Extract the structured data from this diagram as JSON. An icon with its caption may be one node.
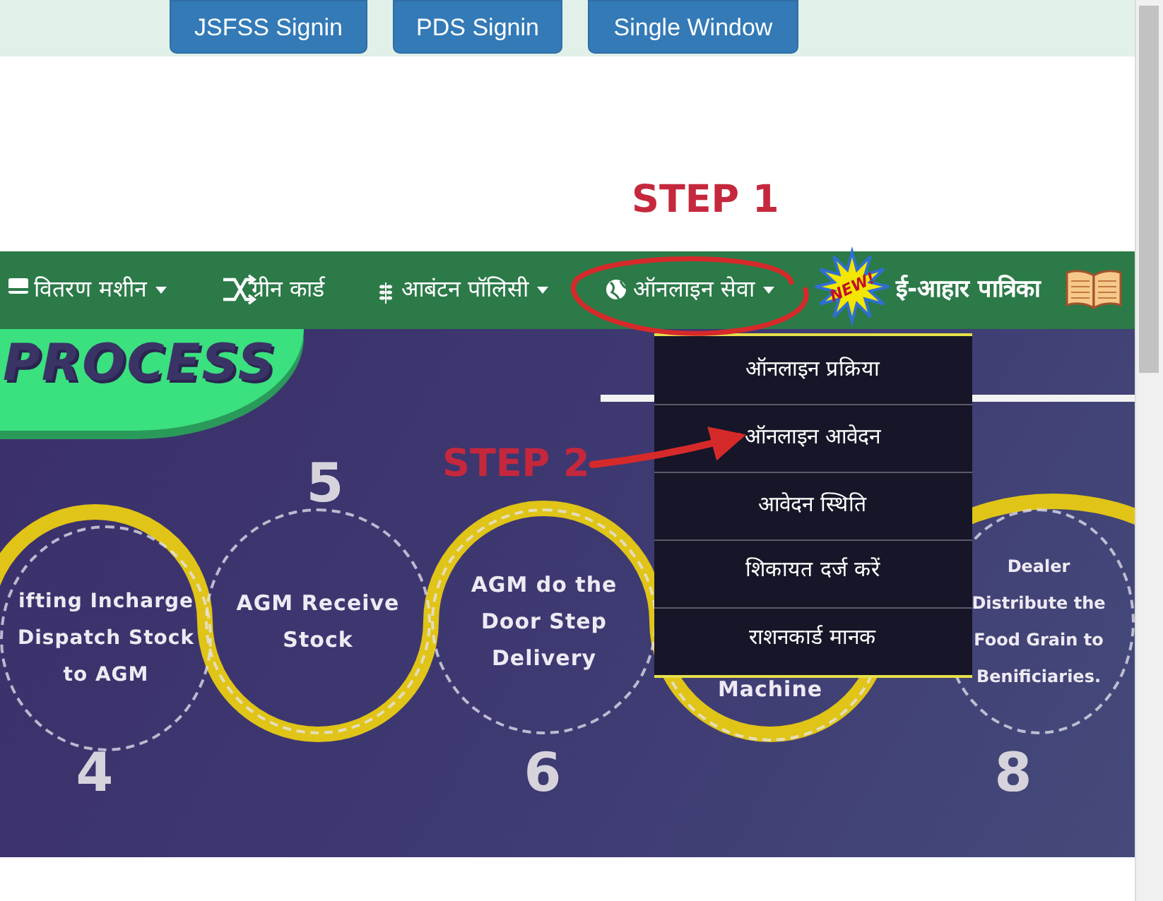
{
  "diagram": {
    "nodes": [
      {
        "text": [
          "PROCESS"
        ]
      },
      {
        "text": [
          "STEP 2"
        ]
      },
      {
        "text": [],
        "shape": "box"
      },
      {
        "text": [
          "ऑनलाइन प्रक्रिया"
        ],
        "in": 2
      },
      {
        "text": [
          "ऑनलाइन आवेदन"
        ],
        "in": 2
      },
      {
        "text": [
          "आवेदन स्थिति"
        ],
        "in": 2
      },
      {
        "text": [
          "शिकायत दर्ज करें"
        ]
      },
      {
        "text": [
          "राशनकार्ड मानक"
        ]
      },
      {
        "text": [
          "ifting Incharge Dispatch Stock to AGM"
        ],
        "beside": [
          "4"
        ]
      },
      {
        "text": [
          "AGM Receive Stock"
        ],
        "beside": [
          "5"
        ]
      },
      {
        "text": [
          "AGM do the Door Step Delivery"
        ],
        "beside": [
          "6"
        ]
      },
      {
        "text": [
          "Machine"
        ]
      },
      {
        "text": [
          "Dealer Distribute the Food Grain to Benificiaries."
        ],
        "beside": [
          "8"
        ]
      }
    ],
    "edges": [
      {
        "from": 1,
        "to": 4,
        "arrow": "to"
      }
    ],
    "labels": [
      "JSFSS Signin",
      "PDS Signin",
      "Single Window",
      "STEP 1",
      "वितरण मशीन",
      "ग्रीन कार्ड",
      "आबंटन पॉलिसी",
      "ऑनलाइन सेवा",
      "NEW!",
      "ई-आहार पात्रिका"
    ]
  }
}
